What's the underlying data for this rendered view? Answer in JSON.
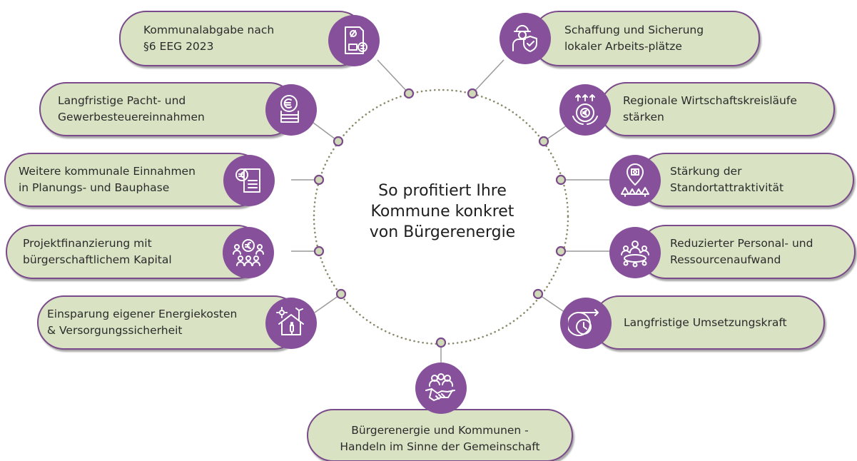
{
  "center_title": "So profitiert Ihre\nKommune konkret\nvon Bürgerenergie",
  "colors": {
    "pill_fill": "#d9e3c4",
    "pill_border": "#7a4a8a",
    "icon_fill": "#86519a",
    "dots": "#8a8a6a"
  },
  "benefits": [
    {
      "id": "kommunalabgabe",
      "text": "Kommunalabgabe nach\n§6 EEG 2023",
      "icon": "document-euro-icon"
    },
    {
      "id": "pacht",
      "text": "Langfristige Pacht- und\nGewerbesteuereinnahmen",
      "icon": "euro-coins-icon"
    },
    {
      "id": "einnahmen",
      "text": "Weitere kommunale Einnahmen\nin Planungs- und Bauphase",
      "icon": "euro-invoice-icon"
    },
    {
      "id": "projektfinanzierung",
      "text": "Projektfinanzierung mit\nbürgerschaftlichem Kapital",
      "icon": "people-euro-icon"
    },
    {
      "id": "einsparung",
      "text": "Einsparung eigener Energiekosten\n& Versorgungssicherheit",
      "icon": "house-energy-icon"
    },
    {
      "id": "arbeitsplaetze",
      "text": "Schaffung und Sicherung\nlokaler Arbeits-plätze",
      "icon": "worker-shield-icon"
    },
    {
      "id": "wirtschaftskreislaeufe",
      "text": "Regionale Wirtschaftskreisläufe\nstärken",
      "icon": "cycle-euro-icon"
    },
    {
      "id": "standort",
      "text": "Stärkung der\nStandortattraktivität",
      "icon": "location-trees-icon"
    },
    {
      "id": "personal",
      "text": "Reduzierter Personal- und\nRessourcenaufwand",
      "icon": "team-meeting-icon"
    },
    {
      "id": "umsetzung",
      "text": "Langfristige Umsetzungskraft",
      "icon": "clock-arrow-icon"
    },
    {
      "id": "gemeinschaft",
      "text": "Bürgerenergie und Kommunen -\nHandeln im Sinne der Gemeinschaft",
      "icon": "handshake-icon"
    }
  ]
}
